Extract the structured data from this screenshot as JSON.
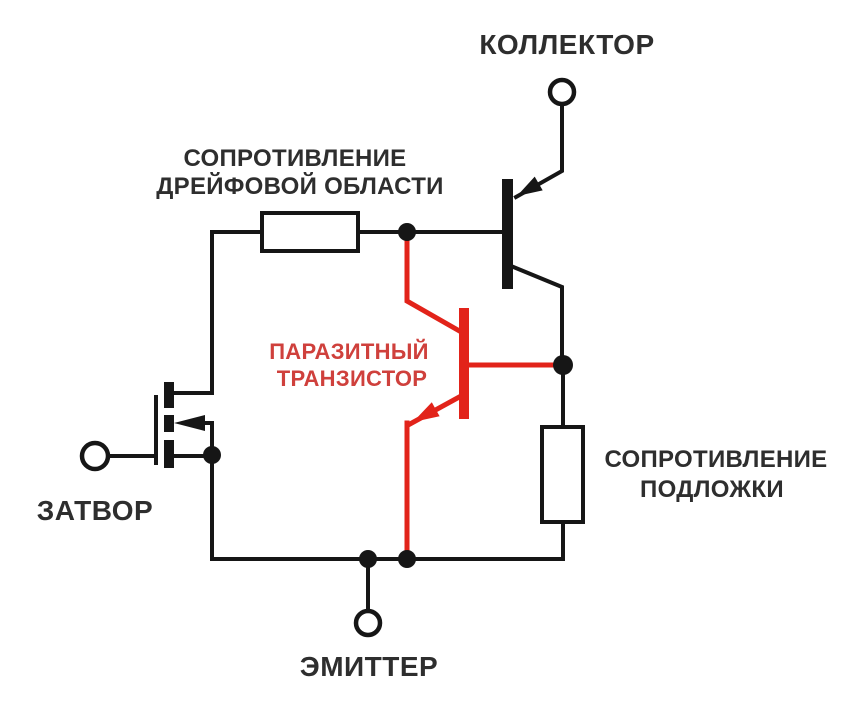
{
  "diagram_type": "circuit-schematic",
  "labels": {
    "collector": "КОЛЛЕКТОР",
    "gate": "ЗАТВОР",
    "emitter": "ЭМИТТЕР",
    "drift_resistance": {
      "line1": "СОПРОТИВЛЕНИЕ",
      "line2": "ДРЕЙФОВОЙ ОБЛАСТИ"
    },
    "substrate_resistance": {
      "line1": "СОПРОТИВЛЕНИЕ",
      "line2": "ПОДЛОЖКИ"
    },
    "parasitic_transistor": {
      "line1": "ПАРАЗИТНЫЙ",
      "line2": "ТРАНЗИСТОР"
    }
  },
  "colors": {
    "background": "#ffffff",
    "line-black": "#161616",
    "line-red": "#e2231a",
    "text-black": "#2e2e2e",
    "text-red": "#cf403c"
  }
}
